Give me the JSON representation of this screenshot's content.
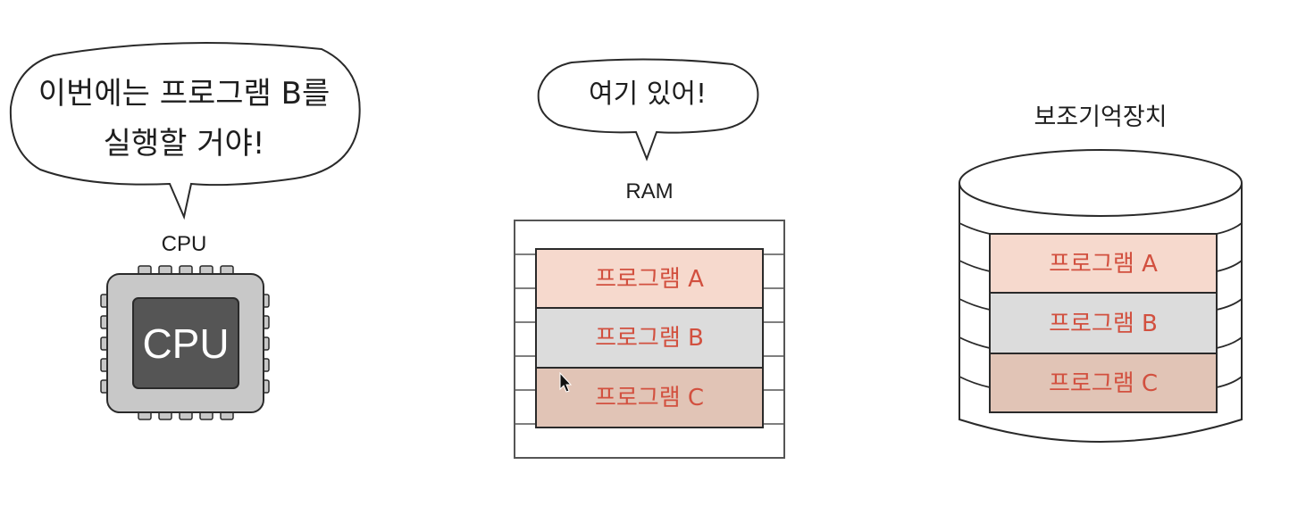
{
  "cpu": {
    "speech_line1": "이번에는 프로그램 B를",
    "speech_line2": "실행할 거야!",
    "label": "CPU",
    "chip_text": "CPU"
  },
  "ram": {
    "speech": "여기 있어!",
    "label": "RAM",
    "programs": [
      "프로그램 A",
      "프로그램 B",
      "프로그램 C"
    ]
  },
  "storage": {
    "label": "보조기억장치",
    "programs": [
      "프로그램 A",
      "프로그램 B",
      "프로그램 C"
    ]
  },
  "colors": {
    "program_a": "#f6d9cd",
    "program_b": "#dcdcdc",
    "program_c": "#e1c4b6",
    "program_text": "#d2503f",
    "chip_die": "#555555",
    "chip_body": "#c8c8c8"
  }
}
